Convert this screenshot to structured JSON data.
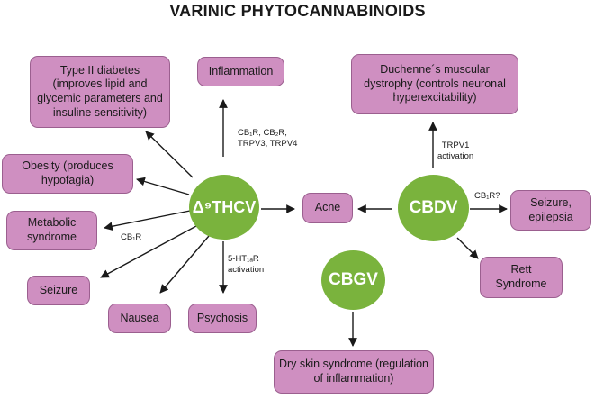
{
  "title": "VARINIC PHYTOCANNABINOIDS",
  "nodes": {
    "thcv": "Δ⁹THCV",
    "cbdv": "CBDV",
    "cbgv": "CBGV"
  },
  "boxes": {
    "diabetes": "Type II diabetes (improves lipid and glycemic parameters and insuline sensitivity)",
    "inflammation": "Inflammation",
    "duchenne": "Duchenne´s muscular dystrophy (controls neuronal hyperexcitability)",
    "obesity": "Obesity (produces hypofagia)",
    "metabolic": "Metabolic syndrome",
    "acne": "Acne",
    "seizure_epilepsia": "Seizure, epilepsia",
    "seizure": "Seizure",
    "nausea": "Nausea",
    "psychosis": "Psychosis",
    "rett": "Rett Syndrome",
    "dry_skin": "Dry skin syndrome (regulation of inflammation)"
  },
  "labels": {
    "cb1_cb2_l1": "CB₁R, CB₂R,",
    "cb1_cb2_l2": "TRPV3, TRPV4",
    "trpv1_l1": "TRPV1",
    "trpv1_l2": "activation",
    "cb1r_q": "CB₁R?",
    "cb1r": "CB₁R",
    "ht1a_l1": "5-HT₁ₐR",
    "ht1a_l2": "activation"
  }
}
